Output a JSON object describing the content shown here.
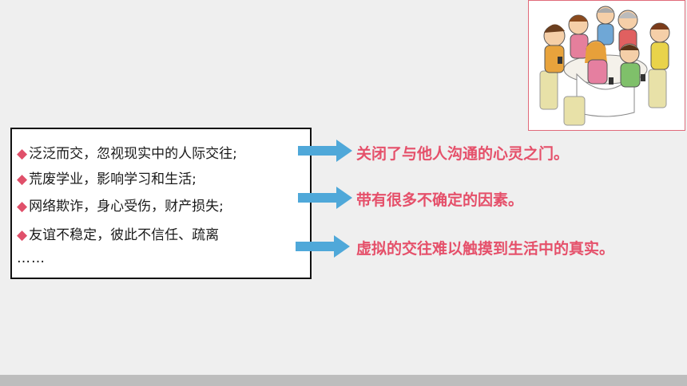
{
  "bullets": {
    "b1": "泛泛而交，忽视现实中的人际交往;",
    "b2": "荒废学业，影响学习和生活;",
    "b3": "网络欺诈，身心受伤，财产损失;",
    "b4": "友谊不稳定，彼此不信任、疏离",
    "b5": "……"
  },
  "statements": {
    "s1": "关闭了与他人沟通的心灵之门。",
    "s2": "带有很多不确定的因素。",
    "s3": "虚拟的交往难以触摸到生活中的真实。"
  },
  "colors": {
    "accent": "#e5506a",
    "arrow": "#4fa8d9",
    "bullet_marker": "#e0506a"
  }
}
